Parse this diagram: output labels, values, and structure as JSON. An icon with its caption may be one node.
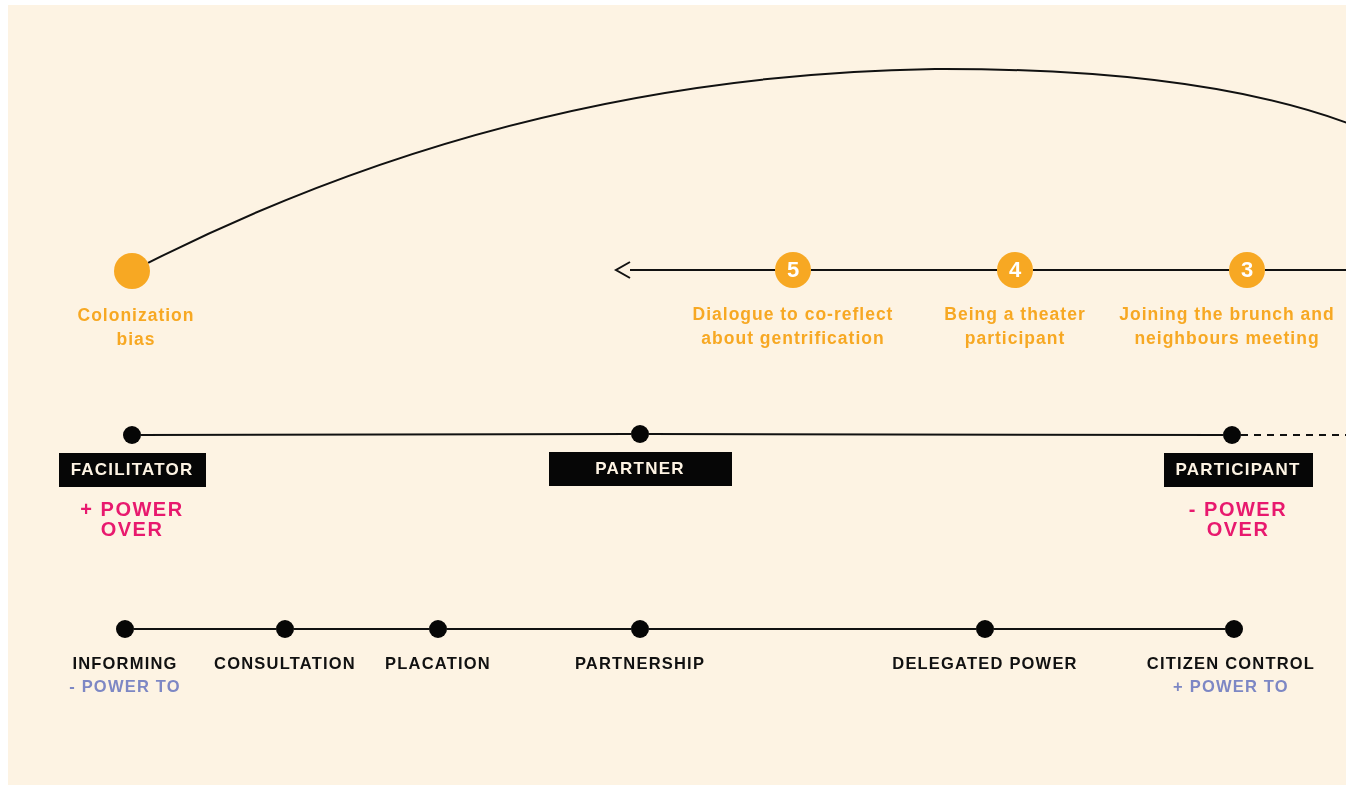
{
  "diagram": {
    "nodes": [
      {
        "text": [
          "Colonization bias"
        ]
      },
      {
        "text": [
          "5",
          "Dialogue to co-reflect about gentrification"
        ]
      },
      {
        "text": [
          "4",
          "Being a theater participant"
        ]
      },
      {
        "text": [
          "3",
          "Joining the brunch and neighbours meeting"
        ]
      },
      {
        "text": [
          "FACILITATOR"
        ],
        "beside": [
          "+ POWER OVER"
        ]
      },
      {
        "text": [
          "PARTNER"
        ]
      },
      {
        "text": [
          "PARTICIPANT"
        ],
        "beside": [
          "- POWER OVER"
        ]
      },
      {
        "text": [
          "INFORMING"
        ],
        "beside": [
          "- POWER TO"
        ]
      },
      {
        "text": [
          "CONSULTATION"
        ]
      },
      {
        "text": [
          "PLACATION"
        ]
      },
      {
        "text": [
          "PARTNERSHIP"
        ]
      },
      {
        "text": [
          "DELEGATED POWER"
        ]
      },
      {
        "text": [
          "CITIZEN CONTROL"
        ],
        "beside": [
          "+ POWER TO"
        ]
      }
    ],
    "edges": [
      {
        "from": 0,
        "to": null,
        "arrow": "none"
      },
      {
        "from": null,
        "to": 3,
        "arrow": "none"
      },
      {
        "from": 3,
        "to": 2,
        "arrow": "none"
      },
      {
        "from": 2,
        "to": 1,
        "arrow": "none"
      },
      {
        "from": 1,
        "to": null,
        "arrow": "to"
      },
      {
        "from": 4,
        "to": 5,
        "arrow": "none"
      },
      {
        "from": 5,
        "to": 6,
        "arrow": "none"
      },
      {
        "from": 6,
        "to": null,
        "arrow": "none",
        "style": "dashed"
      },
      {
        "from": 7,
        "to": 8,
        "arrow": "none"
      },
      {
        "from": 8,
        "to": 9,
        "arrow": "none"
      },
      {
        "from": 9,
        "to": 10,
        "arrow": "none"
      },
      {
        "from": 10,
        "to": 11,
        "arrow": "none"
      },
      {
        "from": 11,
        "to": 12,
        "arrow": "none"
      }
    ]
  }
}
